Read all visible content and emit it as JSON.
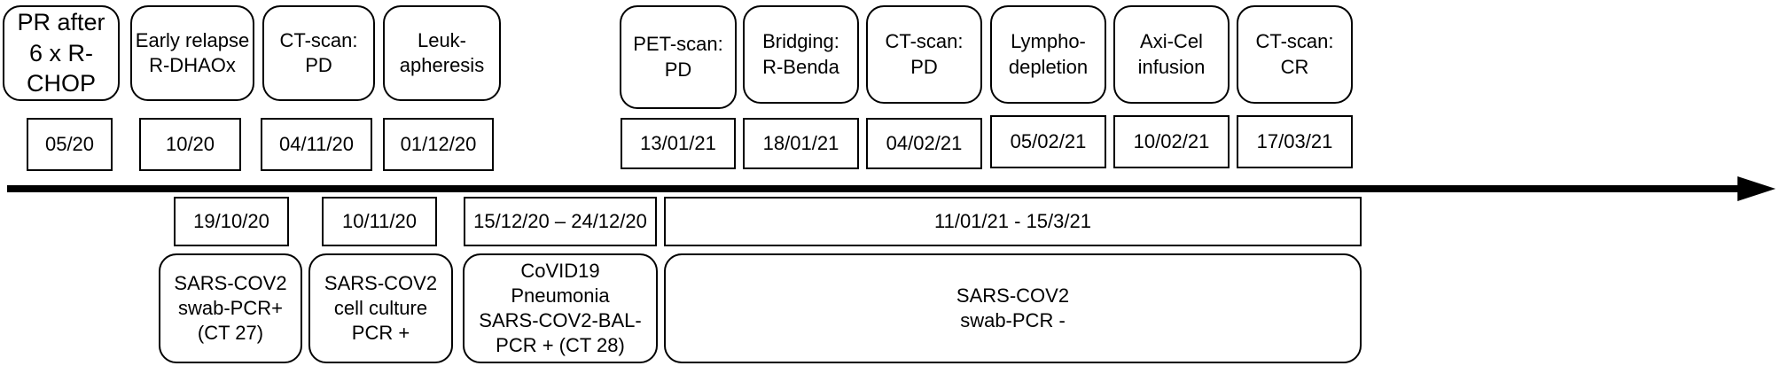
{
  "top_events": [
    {
      "text": "PR after\n6 x R-CHOP",
      "date": "05/20"
    },
    {
      "text": "Early relapse\nR-DHAOx",
      "date": "10/20"
    },
    {
      "text": "CT-scan:\nPD",
      "date": "04/11/20"
    },
    {
      "text": "Leuk-\napheresis",
      "date": "01/12/20"
    },
    {
      "text": "PET-scan:\nPD",
      "date": "13/01/21"
    },
    {
      "text": "Bridging:\nR-Benda",
      "date": "18/01/21"
    },
    {
      "text": "CT-scan:\nPD",
      "date": "04/02/21"
    },
    {
      "text": "Lympho-\ndepletion",
      "date": "05/02/21"
    },
    {
      "text": "Axi-Cel\ninfusion",
      "date": "10/02/21"
    },
    {
      "text": "CT-scan:\nCR",
      "date": "17/03/21"
    }
  ],
  "bottom_events": [
    {
      "date": "19/10/20",
      "text": "SARS-COV2\nswab-PCR+\n(CT 27)"
    },
    {
      "date": "10/11/20",
      "text": "SARS-COV2\ncell culture\nPCR +"
    },
    {
      "date": "15/12/20 – 24/12/20",
      "text": "CoVID19\nPneumonia\nSARS-COV2-BAL-\nPCR + (CT 28)"
    },
    {
      "date": "11/01/21 - 15/3/21",
      "text": "SARS-COV2\nswab-PCR -"
    }
  ]
}
